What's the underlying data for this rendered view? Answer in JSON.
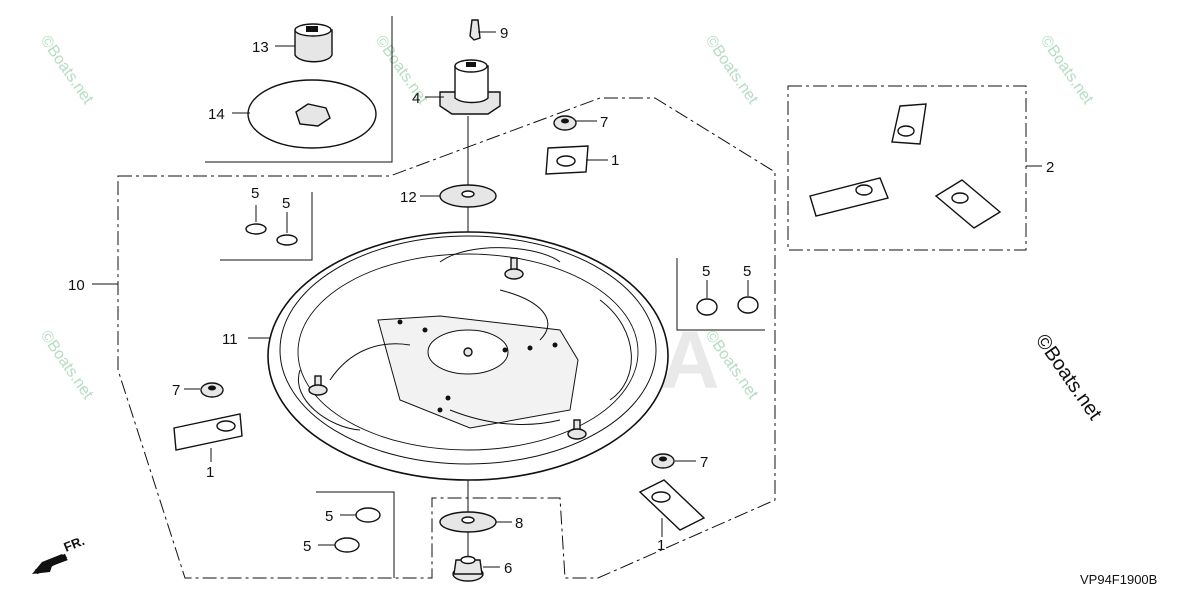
{
  "diagram_code": "VP94F1900B",
  "direction_label": "FR.",
  "watermark_text": "©Boats.net",
  "brand_watermark_text": "HONDA",
  "callouts": {
    "c1": "1",
    "c2": "2",
    "c4": "4",
    "c5": "5",
    "c6": "6",
    "c7": "7",
    "c8": "8",
    "c9": "9",
    "c10": "10",
    "c11": "11",
    "c12": "12",
    "c13": "13",
    "c14": "14"
  }
}
